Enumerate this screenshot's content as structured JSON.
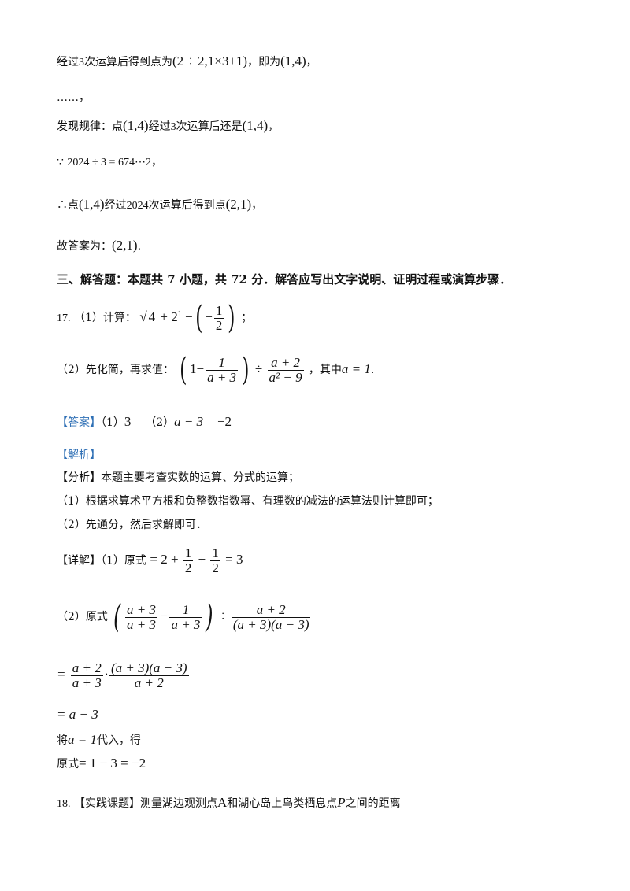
{
  "lines": {
    "l1_pre": "经过",
    "l1_num": "3",
    "l1_mid": "次运算后得到点为",
    "l1_expr": "(2 ÷ 2,1×3+1)",
    "l1_mid2": "，即为",
    "l1_pt": "(1,4)",
    "l1_end": "，",
    "l2": "……，",
    "l3_pre": "发现规律：点",
    "l3_pt": "(1,4)",
    "l3_mid": "经过",
    "l3_num": "3",
    "l3_mid2": "次运算后还是",
    "l3_pt2": "(1,4)",
    "l3_end": "，",
    "l4_sym": "∵",
    "l4_expr": "2024 ÷ 3 = 674⋯2",
    "l4_end": "，",
    "l5_sym": "∴",
    "l5_pre": "点",
    "l5_pt": "(1,4)",
    "l5_mid": "经过",
    "l5_num": "2024",
    "l5_mid2": "次运算后得到点",
    "l5_pt2": "(2,1)",
    "l5_end": "，",
    "l6_pre": "故答案为：",
    "l6_pt": "(2,1)",
    "l6_end": "."
  },
  "section": {
    "heading": "三、解答题：本题共 7 小题，共 72 分．解答应写出文字说明、证明过程或演算步骤．"
  },
  "q17": {
    "number": "17.",
    "p1_label": "（1）计算：",
    "p1_sqrt": "4",
    "p1_plus": "+ 2",
    "p1_exp": "1",
    "p1_minus": "−",
    "p1_num": "1",
    "p1_den": "2",
    "p1_minus_inner": "−",
    "p1_end": "；",
    "p2_label": "（2）先化简，再求值：",
    "p2_one": "1−",
    "p2_f1_num": "1",
    "p2_f1_den": "a + 3",
    "p2_div": "÷",
    "p2_f2_num": "a + 2",
    "p2_f2_den": "a² − 9",
    "p2_where": "，其中",
    "p2_cond": "a = 1",
    "p2_end": "."
  },
  "answer": {
    "tag": "【答案】",
    "a1_label": "（1）",
    "a1": "3",
    "a2_label": "（2）",
    "a2": "a − 3",
    "a3": "−2"
  },
  "analysis": {
    "tag": "【解析】",
    "fenxi": "【分析】本题主要考查实数的运算、分式的运算；",
    "fenxi1": "（1）根据求算术平方根和负整数指数幂、有理数的减法的运算法则计算即可；",
    "fenxi2": "（2）先通分，然后求解即可．",
    "detail_label": "【详解】（1）原式",
    "d1_pre": "= 2 +",
    "d1_f1_num": "1",
    "d1_f1_den": "2",
    "d1_plus": "+",
    "d1_f2_num": "1",
    "d1_f2_den": "2",
    "d1_end": "= 3",
    "d2_label": "（2）原式",
    "d2_f1_num": "a + 3",
    "d2_f1_den": "a + 3",
    "d2_minus": "−",
    "d2_f2_num": "1",
    "d2_f2_den": "a + 3",
    "d2_div": "÷",
    "d2_f3_num": "a + 2",
    "d2_f3_den": "(a + 3)(a − 3)",
    "d3_eq": "=",
    "d3_f1_num": "a + 2",
    "d3_f1_den": "a + 3",
    "d3_dot": "·",
    "d3_f2_num": "(a + 3)(a − 3)",
    "d3_f2_den": "a + 2",
    "d4": "= a − 3",
    "d5_pre": "将",
    "d5_cond": "a = 1",
    "d5_end": "代入，得",
    "d6_pre": "原式",
    "d6_expr": "= 1 − 3 = −2"
  },
  "q18": {
    "number": "18.",
    "text_pre": "【实践课题】测量湖边观测点",
    "pointA": "A",
    "text_mid": "和湖心岛上鸟类栖息点",
    "pointP": "P",
    "text_end": "之间的距离"
  }
}
